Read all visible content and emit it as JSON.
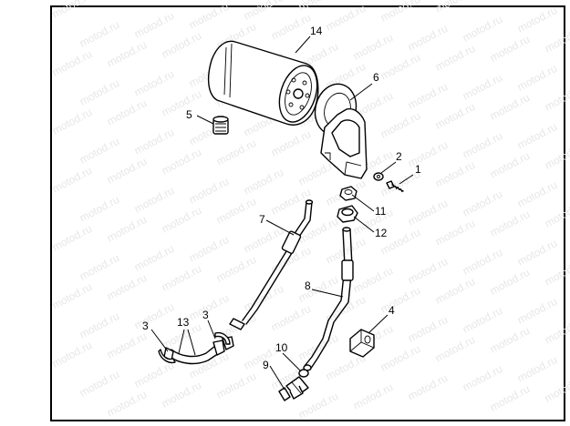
{
  "watermark": "motod.ru",
  "callouts": [
    {
      "id": "p1",
      "text": "1"
    },
    {
      "id": "p2",
      "text": "2"
    },
    {
      "id": "p3a",
      "text": "3"
    },
    {
      "id": "p3b",
      "text": "3"
    },
    {
      "id": "p4",
      "text": "4"
    },
    {
      "id": "p5",
      "text": "5"
    },
    {
      "id": "p6",
      "text": "6"
    },
    {
      "id": "p7",
      "text": "7"
    },
    {
      "id": "p8",
      "text": "8"
    },
    {
      "id": "p9",
      "text": "9"
    },
    {
      "id": "p10",
      "text": "10"
    },
    {
      "id": "p11",
      "text": "11"
    },
    {
      "id": "p12",
      "text": "12"
    },
    {
      "id": "p13",
      "text": "13"
    },
    {
      "id": "p14",
      "text": "14"
    }
  ]
}
